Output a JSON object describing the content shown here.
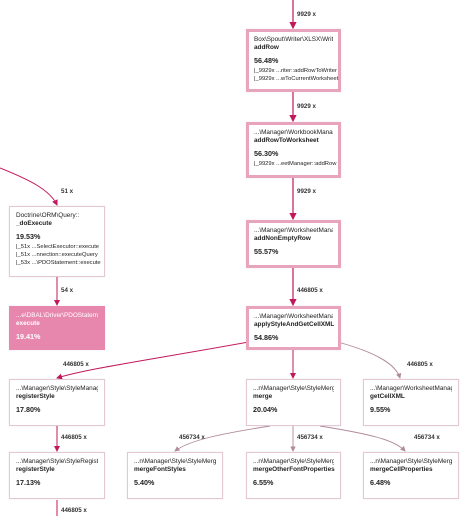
{
  "nodes": {
    "add_row": {
      "cls": "Box\\Spout\\Writer\\XLSX\\Writer::",
      "fn": "addRow",
      "pct": "56.48%",
      "calls": [
        "|_9929x  ...riter::addRowToWriter",
        "|_9929x  ...wToCurrentWorksheet"
      ]
    },
    "add_row_to_worksheet": {
      "cls": "...\\Manager\\WorkbookManager::",
      "fn": "addRowToWorksheet",
      "pct": "56.30%",
      "calls": [
        "|_9929x  ...eetManager::addRow"
      ]
    },
    "add_non_empty_row": {
      "cls": "...\\Manager\\WorksheetManager::",
      "fn": "addNonEmptyRow",
      "pct": "55.57%"
    },
    "apply_style": {
      "cls": "...\\Manager\\WorksheetManager::",
      "fn": "applyStyleAndGetCellXML",
      "pct": "54.86%"
    },
    "do_execute": {
      "cls": "Doctrine\\ORM\\Query::",
      "fn": "_doExecute",
      "pct": "19.53%",
      "calls": [
        "|_51x   ...SelectExecutor::execute",
        "|_51x   ...nnection::executeQuery",
        "|_53x   ...\\PDOStatement::execute"
      ]
    },
    "pdo_execute": {
      "cls": "...e\\DBAL\\Driver\\PDOStatement::",
      "fn": "execute",
      "pct": "19.41%"
    },
    "register_style": {
      "cls": "...\\Manager\\Style\\StyleManager::",
      "fn": "registerStyle",
      "pct": "17.80%"
    },
    "merge": {
      "cls": "...n\\Manager\\Style\\StyleMerger::",
      "fn": "merge",
      "pct": "20.04%"
    },
    "get_cell_xml": {
      "cls": "...\\Manager\\WorksheetManager::",
      "fn": "getCellXML",
      "pct": "9.55%"
    },
    "style_registry": {
      "cls": "...\\Manager\\Style\\StyleRegistry::",
      "fn": "registerStyle",
      "pct": "17.13%"
    },
    "merge_font_styles": {
      "cls": "...n\\Manager\\Style\\StyleMerger::",
      "fn": "mergeFontStyles",
      "pct": "5.40%"
    },
    "merge_other_font": {
      "cls": "...n\\Manager\\Style\\StyleMerger::",
      "fn": "mergeOtherFontProperties",
      "pct": "6.55%"
    },
    "merge_cell_props": {
      "cls": "...n\\Manager\\Style\\StyleMerger::",
      "fn": "mergeCellProperties",
      "pct": "6.48%"
    }
  },
  "edges": {
    "top_in": "9929 x",
    "addrow_to_worksheet": "9929 x",
    "worksheet_to_nonempty": "9929 x",
    "nonempty_to_apply": "446805 x",
    "into_doexecute": "51 x",
    "doexecute_to_pdo": "54 x",
    "apply_to_register": "446805 x",
    "apply_to_getcellxml": "446805 x",
    "register_to_registry": "446805 x",
    "merge_to_fontstyles": "456734 x",
    "merge_to_otherfont": "456734 x",
    "merge_to_cellprops": "456734 x",
    "registry_out": "446805 x"
  },
  "colors": {
    "hot_border": "#e8a3bd",
    "hot_edge": "#d81b60",
    "filled_node": "#e887ae",
    "cold_edge": "#c9a6b6"
  }
}
